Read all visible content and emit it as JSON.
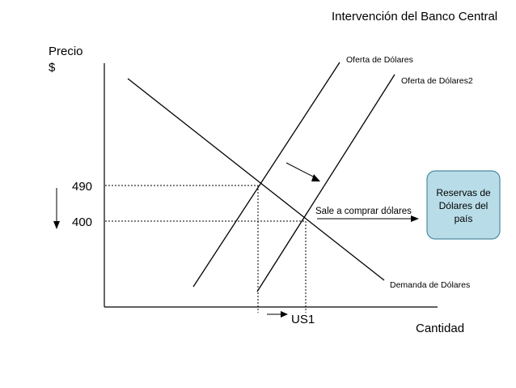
{
  "chart_data": {
    "type": "line",
    "title": "Intervención del Banco Central",
    "ylabel_line1": "Precio",
    "ylabel_line2": "$",
    "xlabel": "Cantidad",
    "y_ticks": [
      "490",
      "400"
    ],
    "x_tick": "US1",
    "series": [
      {
        "name": "Oferta de Dólares"
      },
      {
        "name": "Oferta de Dólares2"
      },
      {
        "name": "Demanda de Dólares"
      }
    ],
    "annotation": "Sale a comprar dólares",
    "box_lines": [
      "Reservas de",
      "Dólares del",
      "país"
    ],
    "colors": {
      "line": "#000000",
      "box_fill": "#b8dde8",
      "box_stroke": "#4a8aa0"
    }
  }
}
